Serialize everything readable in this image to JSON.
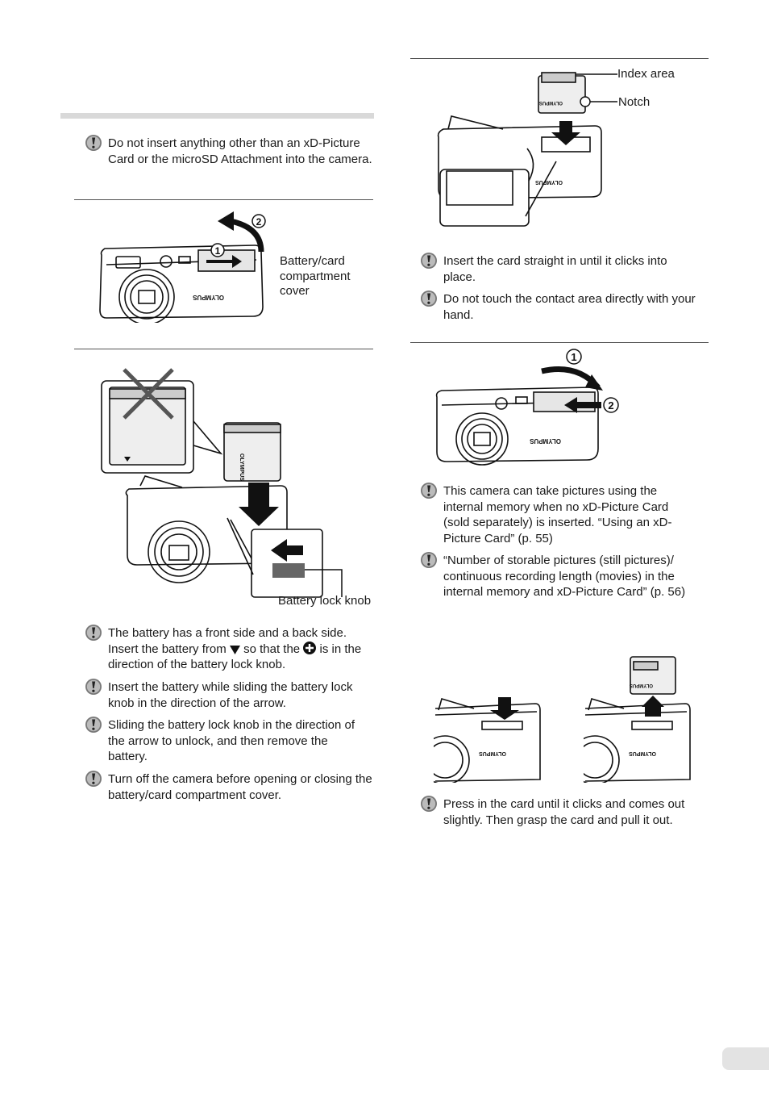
{
  "notes": {
    "xd_insert": "Do not insert anything other than an xD-Picture Card or the microSD Attachment into the camera.",
    "battery_front_back_a": "The battery has a front side and a back side. Insert the battery from",
    "battery_front_back_b": "so that the",
    "battery_front_back_c": "is in",
    "battery_front_back_d": "the direction of the battery lock knob.",
    "battery_sliding": "Insert the battery while sliding the battery lock knob in the direction of the arrow.",
    "battery_unlock": "Sliding the battery lock knob in the direction of the arrow to unlock, and then remove the battery.",
    "turn_off": "Turn off the camera before opening or closing the battery/card compartment cover.",
    "card_straight": "Insert the card straight in until it clicks into place.",
    "contact_area": "Do not touch the contact area directly with your hand.",
    "internal_memory": "This camera can take pictures using the internal memory when no xD-Picture Card (sold separately) is inserted. “Using an xD-Picture Card” (p. 55)",
    "storable": "“Number of storable pictures (still pictures)/ continuous recording length (movies) in the internal memory and xD-Picture Card” (p. 56)",
    "press_card": "Press in the card until it clicks and comes out slightly. Then grasp the card and pull it out."
  },
  "labels": {
    "cover": "Battery/card compartment cover",
    "lock_knob": "Battery lock knob",
    "index_area": "Index area",
    "notch": "Notch",
    "step1": "1",
    "step2": "2",
    "brand": "OLYMPUS"
  },
  "icons": {
    "caution": "caution-icon",
    "triangle": "triangle-down-icon",
    "plus": "plus-circle-icon"
  },
  "colors": {
    "header_bar": "#d9d9d9",
    "rule": "#555555",
    "ink": "#1a1a1a"
  }
}
